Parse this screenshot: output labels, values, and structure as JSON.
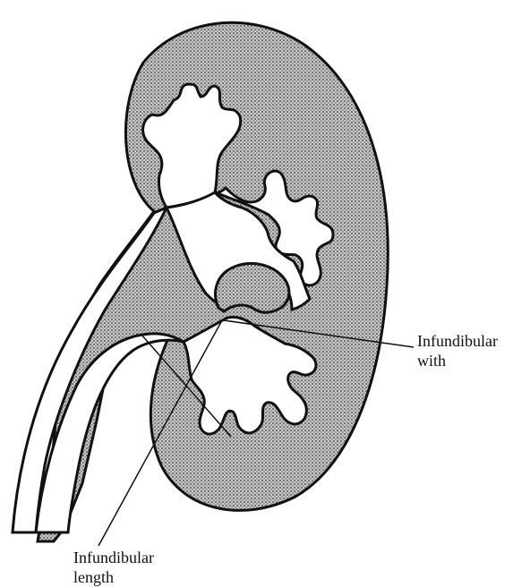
{
  "labels": {
    "infundibular_width": {
      "line1": "Infundibular",
      "line2": "with"
    },
    "infundibular_length": {
      "line1": "Infundibular",
      "line2": "length"
    }
  },
  "colors": {
    "outline": "#111111",
    "parenchyma_fill": "#a9a9a9",
    "background": "#ffffff"
  }
}
